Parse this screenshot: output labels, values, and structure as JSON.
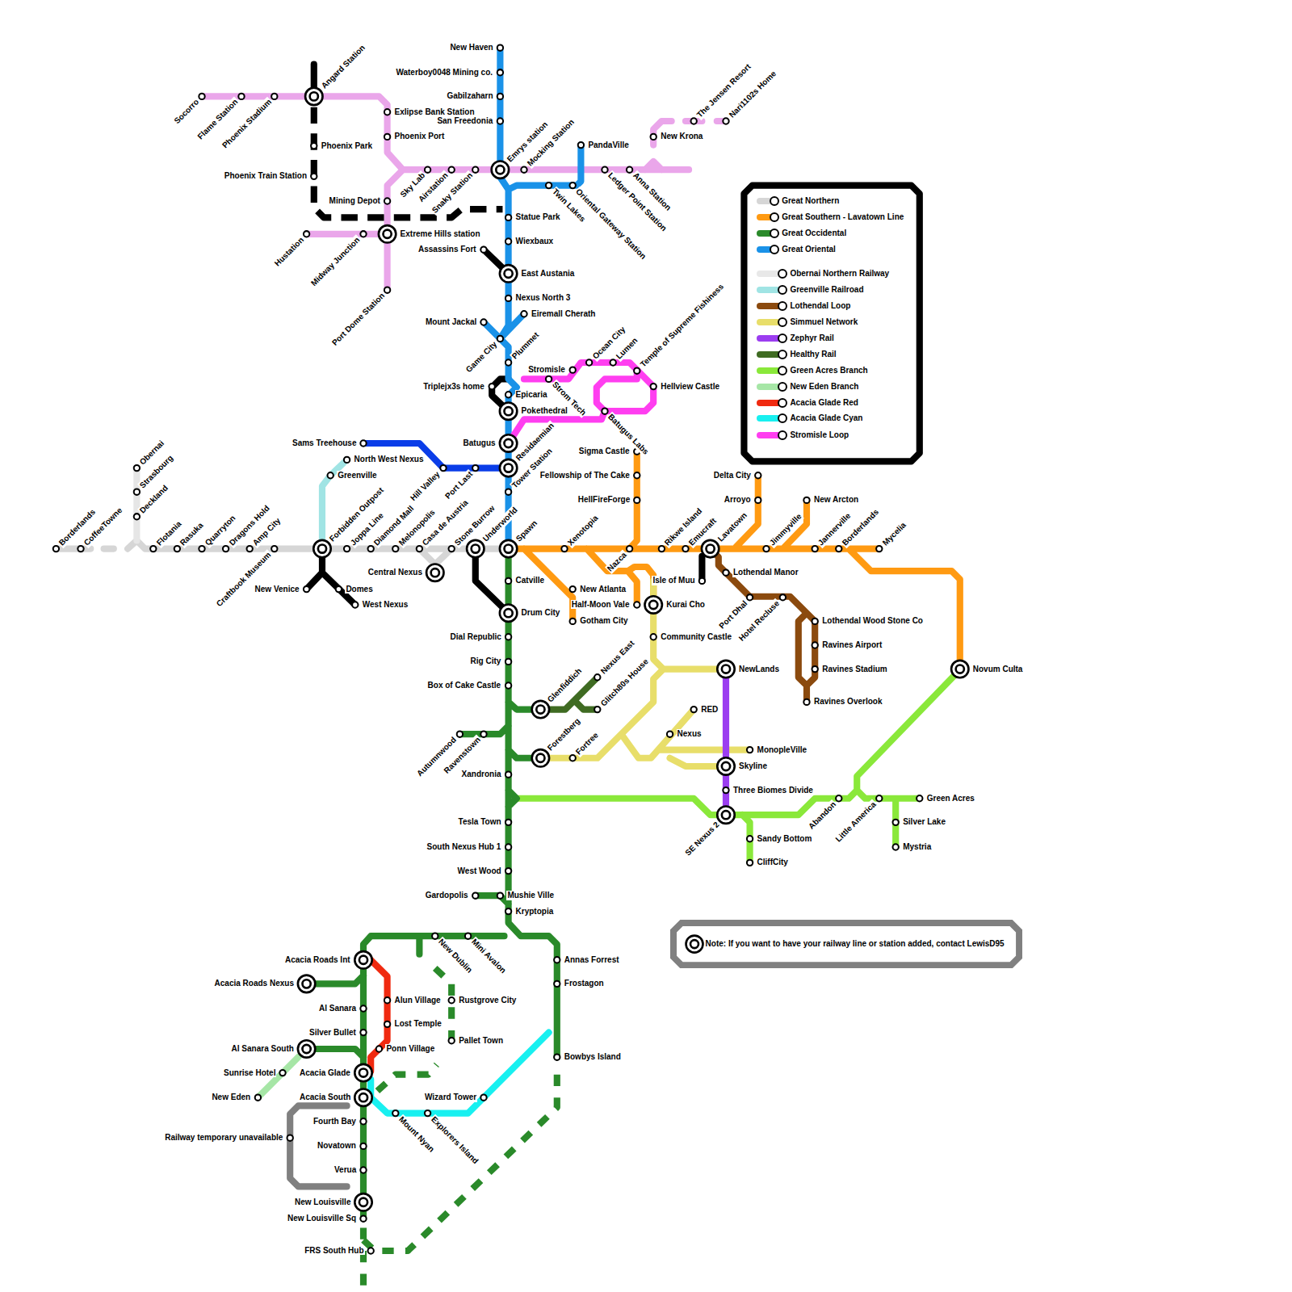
{
  "diagram": {
    "nodes": [
      {
        "text": [
          "Note: If you want to have your railway line or station added, contact LewisD95"
        ]
      }
    ],
    "labels": [
      "Socorro",
      "Flame Station",
      "Phoenix Stadium",
      "Angard Station",
      "Exlipse Bank Station",
      "Phoenix Port",
      "Phoenix Park",
      "Phoenix Train Station",
      "Sky Lab",
      "Airstation",
      "Snaky Station",
      "Emrys station",
      "Mocking Station",
      "Ledger Point Station",
      "Anna Station",
      "New Krona",
      "The Jensen Resort",
      "Nari1102s Home",
      "Mining Depot",
      "Hustation",
      "Midway Junction",
      "Extreme Hills station",
      "Port Dome Station",
      "New Haven",
      "Waterboy0048 Mining co.",
      "Gabilzaharn",
      "San Freedonia",
      "PandaVille",
      "Twin Lakes",
      "Oriental Gateway Station",
      "Statue Park",
      "Wiexbaux",
      "Assassins Fort",
      "East Austania",
      "Nexus North 3",
      "Eiremall Cherath",
      "Mount Jackal",
      "Game City",
      "Plummet",
      "Stromisle",
      "Ocean City",
      "Lumen",
      "Temple of Supreme Fishiness",
      "Hellview Castle",
      "Triplejx3s home",
      "Strom Tech",
      "Epicaria",
      "Pokethedral",
      "Batugus Labs",
      "Sams Treehouse",
      "Batugus",
      "Residaemian",
      "Hill Valley",
      "Port Last",
      "Tower Station",
      "Sigma Castle",
      "Fellowship of The Cake",
      "HellFireForge",
      "Delta City",
      "Arroyo",
      "New Arcton",
      "North West Nexus",
      "Greenville",
      "Obernai",
      "Strasbourg",
      "Deckland",
      "Borderlands",
      "CoffeeTowne",
      "Flotania",
      "Rasuka",
      "Quarryton",
      "Dragons Hold",
      "Amp City",
      "Craftbook Museum",
      "Forbidden Outpost",
      "Joppa Line",
      "Diamond Mall",
      "Melonopolis",
      "Casa de Austria",
      "Stone Burrow",
      "Underworld",
      "Spawn",
      "Xenotopia",
      "Nazca",
      "Rikwe Island",
      "Emucraft",
      "Lavatown",
      "Jimmyville",
      "Jannerville",
      "Borderlands",
      "Mycelia",
      "Central Nexus",
      "New Venice",
      "Domes",
      "West Nexus",
      "Catville",
      "New Atlanta",
      "Lothendal Manor",
      "Isle of Muu",
      "Half-Moon Vale",
      "Kurai Cho",
      "Port Dhal",
      "Hotel Recluse",
      "Drum City",
      "Gotham City",
      "Lothendal Wood Stone Co",
      "Dial Republic",
      "Community Castle",
      "Ravines Airport",
      "Rig City",
      "NewLands",
      "Ravines Stadium",
      "Novum Culta",
      "Nexus East",
      "Box of Cake Castle",
      "Ravines Overlook",
      "Glenfiddich",
      "Glitch80s House",
      "RED",
      "Autumnwood",
      "Ravenstown",
      "Nexus",
      "Forestberg",
      "Fortree",
      "MonopleVille",
      "Skyline",
      "Xandronia",
      "Three Biomes Divide",
      "Abandon",
      "Little America",
      "Green Acres",
      "SE Nexus 2",
      "Tesla Town",
      "Silver Lake",
      "Sandy Bottom",
      "South Nexus Hub 1",
      "Mystria",
      "CliffCity",
      "West Wood",
      "Gardopolis",
      "Mushie Ville",
      "Kryptopia",
      "New Dublin",
      "Mini Avalon",
      "Acacia Roads Int",
      "Annas Forrest",
      "Acacia Roads Nexus",
      "Frostagon",
      "Al Sanara",
      "Alun Village",
      "Rustgrove City",
      "Lost Temple",
      "Silver Bullet",
      "Pallet Town",
      "Al Sanara South",
      "Ponn Village",
      "Bowbys Island",
      "Sunrise Hotel",
      "Acacia Glade",
      "New Eden",
      "Acacia South",
      "Wizard Tower",
      "Mount Nyan",
      "Explorers Island",
      "Fourth Bay",
      "Railway temporary unavailable",
      "Novatown",
      "Verua",
      "New Louisville",
      "New Louisville Sq",
      "FRS South Hub"
    ],
    "legend": [
      {
        "text": "Great Northern",
        "color": "#d6d6d6"
      },
      {
        "text": "Great Southern - Lavatown Line",
        "color": "#ff9a12"
      },
      {
        "text": "Great Occidental",
        "color": "#2a8a2a"
      },
      {
        "text": "Great Oriental",
        "color": "#1a92e8"
      },
      {
        "text": "Obernai Northern Railway",
        "color": "#e8e8e8"
      },
      {
        "text": "Greenville Railroad",
        "color": "#a0e4e4"
      },
      {
        "text": "Lothendal Loop",
        "color": "#8b4a0e"
      },
      {
        "text": "Simmuel Network",
        "color": "#e8de6a"
      },
      {
        "text": "Zephyr Rail",
        "color": "#9b3df0"
      },
      {
        "text": "Healthy Rail",
        "color": "#3f6b22"
      },
      {
        "text": "Green Acres Branch",
        "color": "#8ae83a"
      },
      {
        "text": "New Eden Branch",
        "color": "#a6e6a6"
      },
      {
        "text": "Acacia Glade Red",
        "color": "#f02a10"
      },
      {
        "text": "Acacia Glade Cyan",
        "color": "#18f0f0"
      },
      {
        "text": "Stromisle Loop",
        "color": "#ff3ef0"
      }
    ]
  }
}
